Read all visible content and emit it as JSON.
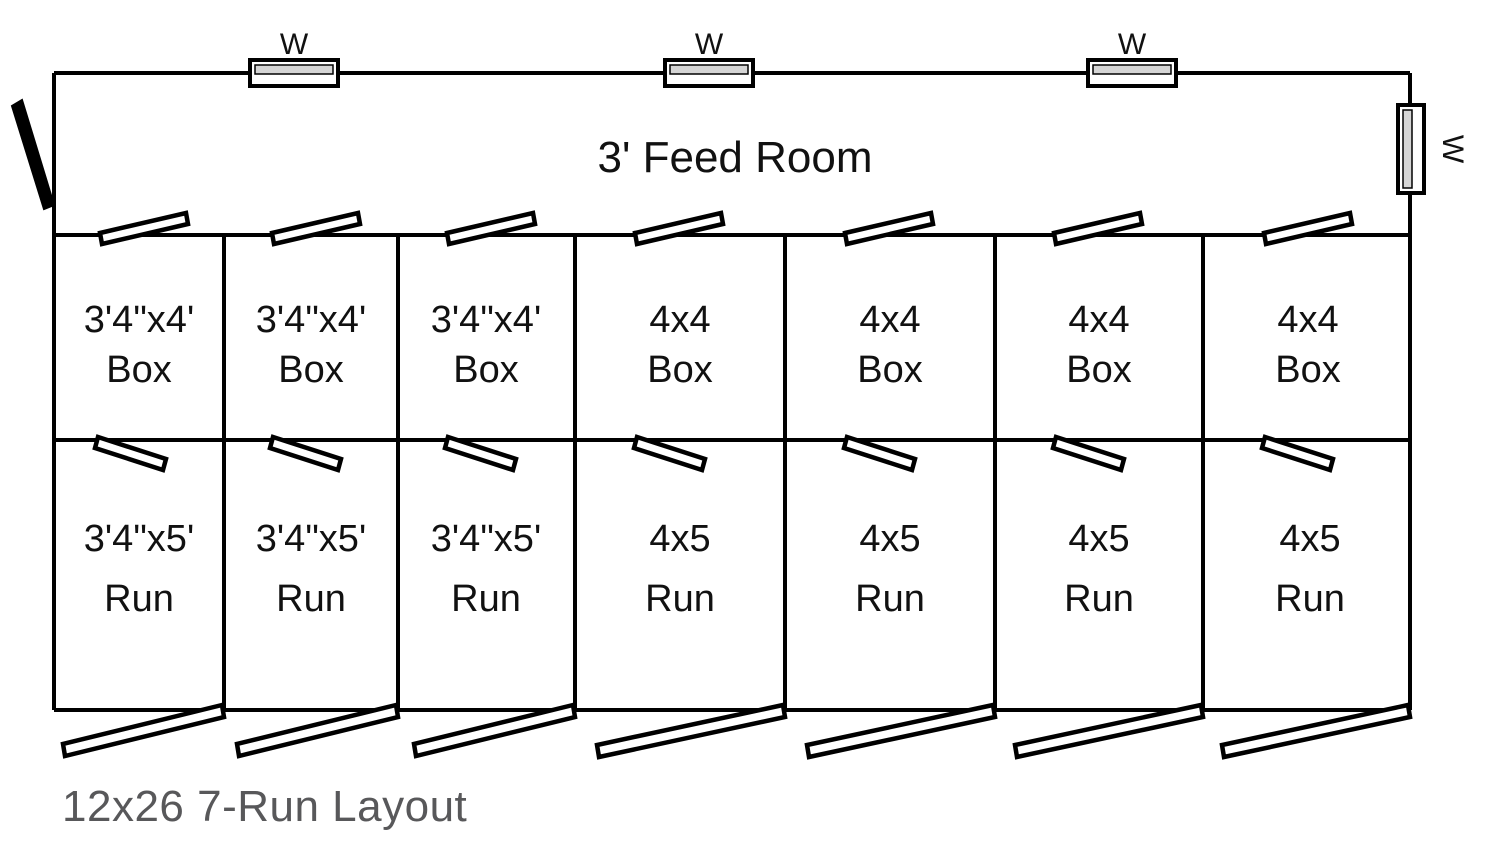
{
  "diagram": {
    "caption": "12x26 7-Run Layout",
    "feed_room_label": "3' Feed Room",
    "window_label": "W",
    "colors": {
      "line": "#000000",
      "glass_fill": "#d5d5d5",
      "caption_text": "#58585a",
      "background": "#ffffff"
    },
    "stalls": [
      {
        "box_size": "3'4\"x4'",
        "box_type": "Box",
        "run_size": "3'4\"x5'",
        "run_type": "Run"
      },
      {
        "box_size": "3'4\"x4'",
        "box_type": "Box",
        "run_size": "3'4\"x5'",
        "run_type": "Run"
      },
      {
        "box_size": "3'4\"x4'",
        "box_type": "Box",
        "run_size": "3'4\"x5'",
        "run_type": "Run"
      },
      {
        "box_size": "4x4",
        "box_type": "Box",
        "run_size": "4x5",
        "run_type": "Run"
      },
      {
        "box_size": "4x4",
        "box_type": "Box",
        "run_size": "4x5",
        "run_type": "Run"
      },
      {
        "box_size": "4x4",
        "box_type": "Box",
        "run_size": "4x5",
        "run_type": "Run"
      },
      {
        "box_size": "4x4",
        "box_type": "Box",
        "run_size": "4x5",
        "run_type": "Run"
      }
    ],
    "windows": [
      {
        "label": "W",
        "placement": "top"
      },
      {
        "label": "W",
        "placement": "top"
      },
      {
        "label": "W",
        "placement": "top"
      },
      {
        "label": "W",
        "placement": "right"
      }
    ]
  }
}
